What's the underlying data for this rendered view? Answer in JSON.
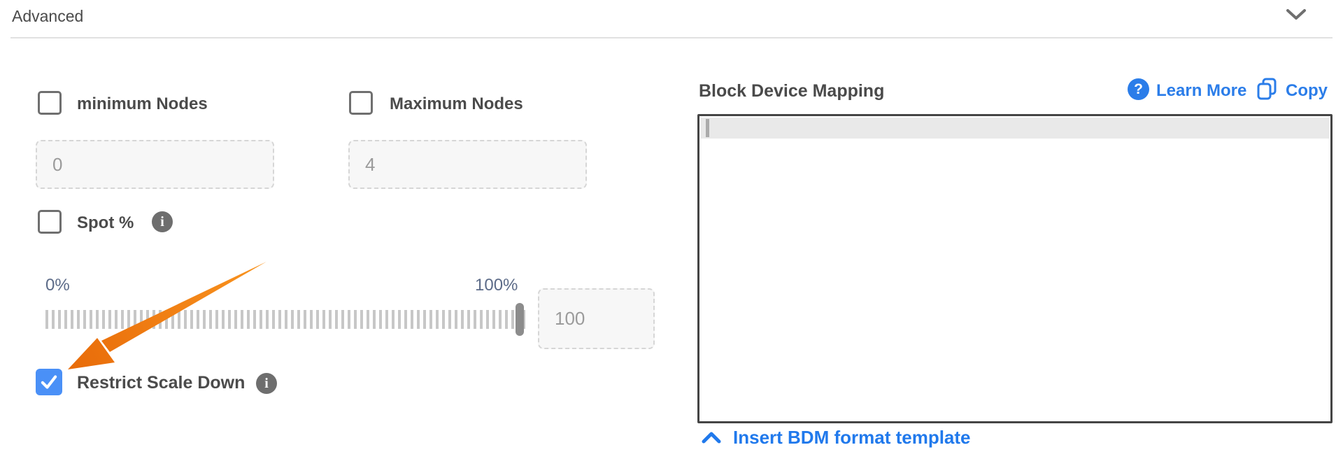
{
  "header": {
    "title": "Advanced"
  },
  "form": {
    "min_nodes": {
      "label": "minimum Nodes",
      "value": "0",
      "checked": false
    },
    "max_nodes": {
      "label": "Maximum Nodes",
      "value": "4",
      "checked": false
    },
    "spot": {
      "label": "Spot %",
      "checked": false
    },
    "slider": {
      "min_label": "0%",
      "max_label": "100%",
      "position_percent": 100,
      "value_input": "100"
    },
    "restrict": {
      "label": "Restrict Scale Down",
      "checked": true
    }
  },
  "bdm": {
    "title": "Block Device Mapping",
    "learn_more_label": "Learn More",
    "copy_label": "Copy",
    "editor_content": "",
    "insert_template_label": "Insert BDM format template"
  },
  "icons": {
    "info_glyph": "i",
    "help_glyph": "?"
  },
  "colors": {
    "accent_blue": "#2b7de9",
    "link_blue": "#2079ec",
    "checkbox_checked_blue": "#4a90f7",
    "arrow_orange": "#ef7912",
    "slider_label_slate": "#5c6b88",
    "editor_border": "#454545"
  }
}
